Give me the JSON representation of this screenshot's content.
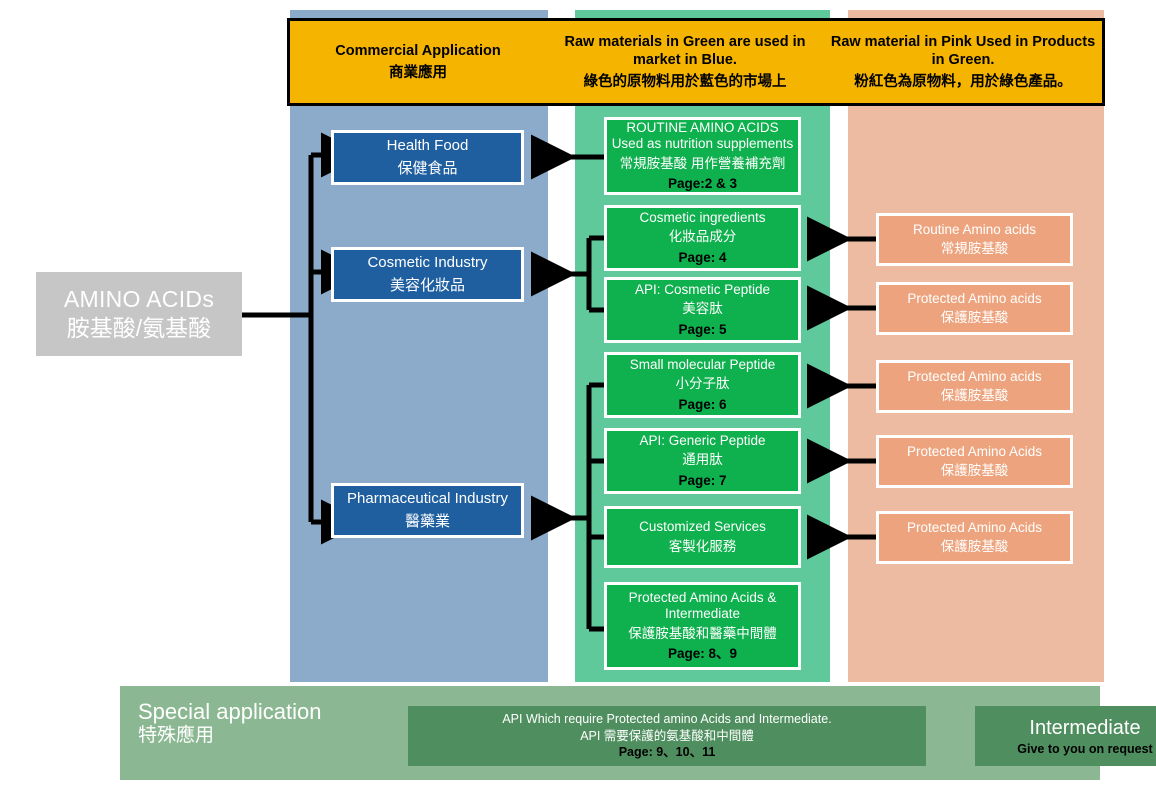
{
  "legend": {
    "cells": [
      {
        "en": "Commercial Application",
        "zh": "商業應用"
      },
      {
        "en": "Raw materials in Green are used in market in Blue.",
        "zh": "綠色的原物料用於藍色的市場上"
      },
      {
        "en": "Raw material in Pink Used in Products in Green.",
        "zh": "粉紅色為原物料，用於綠色產品。"
      }
    ]
  },
  "source": {
    "en": "AMINO ACIDs",
    "zh": "胺基酸/氨基酸"
  },
  "markets": [
    {
      "en": "Health Food",
      "zh": "保健食品"
    },
    {
      "en": "Cosmetic Industry",
      "zh": "美容化妝品"
    },
    {
      "en": "Pharmaceutical Industry",
      "zh": "醫藥業"
    }
  ],
  "products": [
    {
      "en": "ROUTINE AMINO ACIDS Used as nutrition supplements",
      "zh": "常規胺基酸 用作營養補充劑",
      "page": "Page:2 & 3"
    },
    {
      "en": "Cosmetic ingredients",
      "zh": "化妝品成分",
      "page": "Page: 4"
    },
    {
      "en": "API: Cosmetic Peptide",
      "zh": "美容肽",
      "page": "Page: 5"
    },
    {
      "en": "Small molecular Peptide",
      "zh": "小分子肽",
      "page": "Page: 6"
    },
    {
      "en": "API: Generic Peptide",
      "zh": "通用肽",
      "page": "Page: 7"
    },
    {
      "en": "Customized Services",
      "zh": "客製化服務",
      "page": ""
    },
    {
      "en": "Protected Amino Acids & Intermediate",
      "zh": "保護胺基酸和醫藥中間體",
      "page": "Page: 8、9"
    }
  ],
  "raw_materials": [
    {
      "en": "Routine Amino acids",
      "zh": "常規胺基酸"
    },
    {
      "en": "Protected Amino acids",
      "zh": "保護胺基酸"
    },
    {
      "en": "Protected Amino acids",
      "zh": "保護胺基酸"
    },
    {
      "en": "Protected Amino Acids",
      "zh": "保護胺基酸"
    },
    {
      "en": "Protected Amino Acids",
      "zh": "保護胺基酸"
    }
  ],
  "special": {
    "title_en": "Special application",
    "title_zh": "特殊應用",
    "api_line1": "API Which require Protected amino Acids and Intermediate.",
    "api_line2": "API 需要保護的氨基酸和中間體",
    "api_line3": "Page: 9、10、11",
    "intermediate_en": "Intermediate",
    "intermediate_sub": "Give to you on request"
  },
  "colors": {
    "band_blue": "#8caac9",
    "band_green": "#5fc99b",
    "band_pink": "#edbba2",
    "legend_yellow": "#f5b400",
    "node_blue": "#1f5fa0",
    "node_green": "#0fb04e",
    "node_pink": "#eda47e",
    "special_green": "#8bb892",
    "special_box_green": "#4f8f5f",
    "source_gray": "#c6c6c6",
    "wire_black": "#000000"
  }
}
